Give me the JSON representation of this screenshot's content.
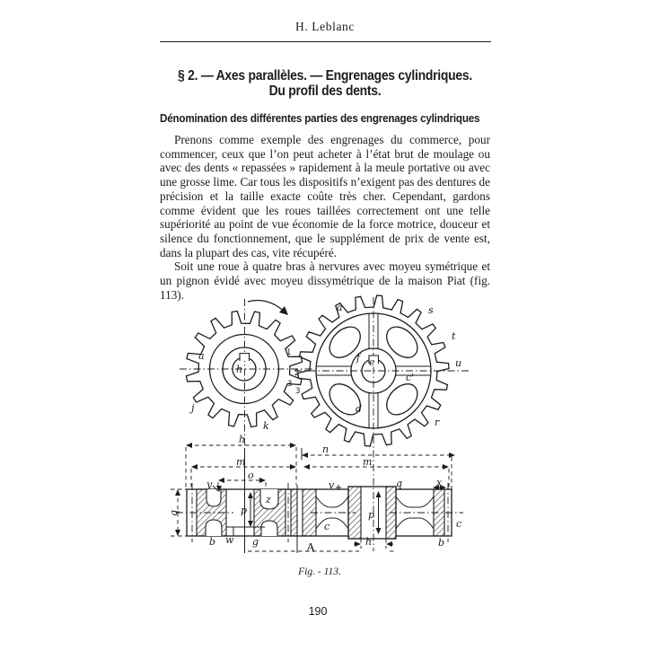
{
  "page": {
    "header": "H. Leblanc",
    "page_number": "190"
  },
  "section": {
    "heading_line1": "§ 2. — Axes parallèles. — Engrenages cylindriques.",
    "heading_line2": "Du profil des dents.",
    "subheading": "Dénomination des différentes parties des engrenages cylindriques"
  },
  "body": {
    "p1": "Prenons comme exemple des engrenages du commerce, pour commencer, ceux que l’on peut acheter à l’état brut de moulage ou avec des dents « repassées » rapidement à la meule portative ou avec une grosse lime. Car tous les dispositifs n’exigent pas des dentures de précision et la taille exacte coûte très cher. Cependant, gardons comme évident que les roues taillées correctement ont une telle supériorité au point de vue économie de la force motrice, douceur et silence du fonctionnement, que le supplément de prix de vente est, dans la plupart des cas, vite récupéré.",
    "p2": "Soit une roue à quatre bras à nervures avec moyeu symétrique et un pignon évidé avec moyeu dissymétrique de la maison Piat (fig. 113)."
  },
  "figure": {
    "caption": "Fig. - 113.",
    "labels": {
      "a_pinion": "a",
      "j": "j",
      "k": "k",
      "h_bore": "h",
      "n1": "1",
      "n2": "2",
      "n3": "3",
      "n3b": "3",
      "a_wheel": "a",
      "s": "s",
      "t": "t",
      "u": "u",
      "r": "r",
      "c_prime": "c'",
      "d": "d",
      "e": "e",
      "f": "f",
      "h_dim": "h",
      "m_left": "m",
      "n_dim": "n",
      "m_right": "m",
      "o_dim": "o",
      "y_dim": "y",
      "z_dim": "z",
      "v_dim": "v",
      "q_top": "q",
      "x_dim": "x",
      "q_left": "q",
      "p_left": "p",
      "p_right": "p",
      "c_mid": "c",
      "c_right": "c",
      "b_left": "b",
      "w_dim": "w",
      "g_dim": "g",
      "A_label": "A",
      "h_bottom": "h",
      "b_right": "b"
    }
  },
  "colors": {
    "ink": "#1c1c1c",
    "paper": "#ffffff"
  }
}
